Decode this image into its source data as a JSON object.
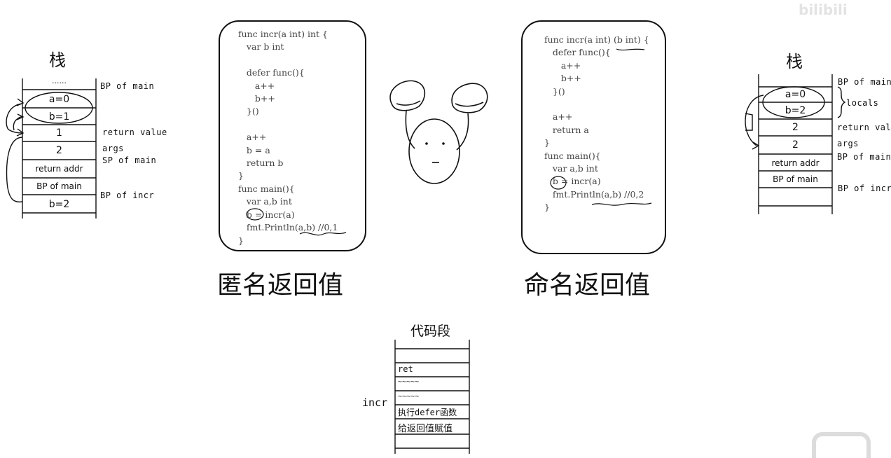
{
  "watermark": "bilibili",
  "left_stack": {
    "title": "栈",
    "cells": [
      "......",
      "a=0",
      "b=1",
      "1",
      "2",
      "return addr",
      "BP of main",
      "b=2"
    ],
    "side_labels": [
      "BP of main",
      "return value",
      "args",
      "SP of main",
      "BP of incr"
    ]
  },
  "right_stack": {
    "title": "栈",
    "cells": [
      "a=0",
      "b=2",
      "2",
      "2",
      "return addr",
      "BP of main"
    ],
    "side_labels": [
      "BP of main",
      "locals",
      "return value",
      "args",
      "BP of main",
      "BP of incr"
    ]
  },
  "code_left": {
    "lines": [
      "func incr(a int) int {",
      "   var b int",
      "",
      "   defer func(){",
      "      a++",
      "      b++",
      "   }()",
      "",
      "   a++",
      "   b = a",
      "   return b",
      "}",
      "func main(){",
      "   var a,b int",
      "   b = incr(a)",
      "   fmt.Println(a,b) //0,1",
      "}"
    ]
  },
  "code_right": {
    "lines": [
      "func incr(a int) (b int) {",
      "   defer func(){",
      "      a++",
      "      b++",
      "   }()",
      "",
      "   a++",
      "   return a",
      "}",
      "func main(){",
      "   var a,b int",
      "   b = incr(a)",
      "   fmt.Println(a,b) //0,2",
      "}"
    ]
  },
  "titles": {
    "anonymous": "匿名返回值",
    "named": "命名返回值"
  },
  "code_segment": {
    "title": "代码段",
    "function_label": "incr",
    "rows": [
      "",
      "",
      "ret",
      "~~~~~",
      "~~~~~",
      "执行defer函数",
      "给返回值赋值",
      ""
    ]
  }
}
